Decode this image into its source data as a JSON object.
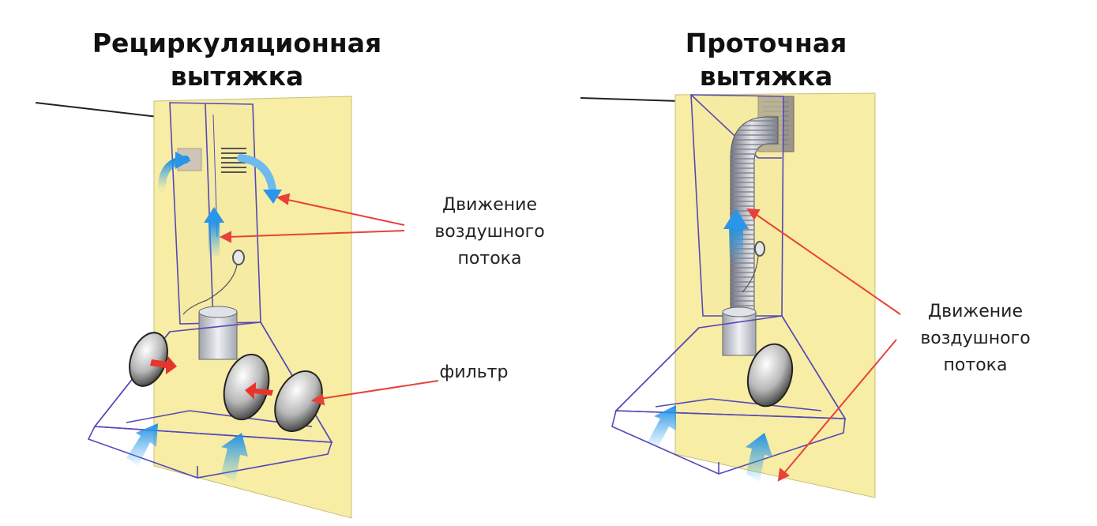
{
  "left_panel": {
    "title_line1": "Рециркуляционная",
    "title_line2": "вытяжка",
    "airflow_label_line1": "Движение",
    "airflow_label_line2": "воздушного",
    "airflow_label_line3": "потока",
    "filter_label": "фильтр"
  },
  "right_panel": {
    "title_line1": "Проточная",
    "title_line2": "вытяжка",
    "airflow_label_line1": "Движение",
    "airflow_label_line2": "воздушного",
    "airflow_label_line3": "потока"
  },
  "colors": {
    "wall": "#f7eda4",
    "hood_outline": "#5548b8",
    "airflow_arrow": "#3aa6ee",
    "pointer_line": "#e8413a",
    "filter_red_arrow": "#e8352b",
    "duct": "#b9bcc4"
  }
}
